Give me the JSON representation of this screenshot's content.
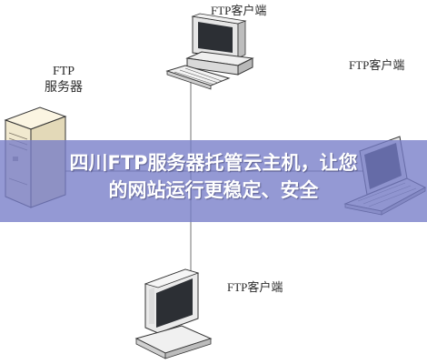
{
  "labels": {
    "server_line1": "FTP",
    "server_line2": "服务器",
    "client_top": "FTP客户端",
    "client_right": "FTP客户端",
    "client_bottom": "FTP客户端"
  },
  "overlay": {
    "line1": "四川FTP服务器托管云主机，让您",
    "line2": "的网站运行更稳定、安全"
  },
  "colors": {
    "overlay_band": "#767cc8",
    "overlay_text": "#ffffff",
    "line": "#8a8a8a"
  }
}
